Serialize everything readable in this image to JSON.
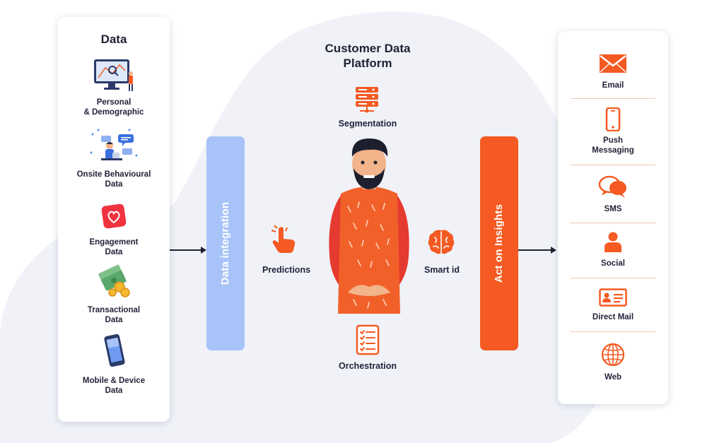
{
  "sources": {
    "title": "Data",
    "items": [
      {
        "label_lines": [
          "Personal",
          "& Demographic"
        ],
        "icon": "monitor-map-icon"
      },
      {
        "label_lines": [
          "Onsite Behavioural",
          "Data"
        ],
        "icon": "person-chat-icon"
      },
      {
        "label_lines": [
          "Engagement",
          "Data"
        ],
        "icon": "heart-icon"
      },
      {
        "label_lines": [
          "Transactional",
          "Data"
        ],
        "icon": "money-coins-icon"
      },
      {
        "label_lines": [
          "Mobile & Device",
          "Data"
        ],
        "icon": "smartphone-icon"
      }
    ]
  },
  "integration_label": "Data integration",
  "platform": {
    "title_lines": [
      "Customer Data",
      "Platform"
    ],
    "segmentation": "Segmentation",
    "predictions": "Predictions",
    "smart_id": "Smart id",
    "orchestration": "Orchestration"
  },
  "act_label": "Act on Insights",
  "channels": [
    {
      "label_lines": [
        "Email"
      ],
      "icon": "envelope-icon"
    },
    {
      "label_lines": [
        "Push",
        "Messaging"
      ],
      "icon": "phone-icon"
    },
    {
      "label_lines": [
        "SMS"
      ],
      "icon": "chat-bubbles-icon"
    },
    {
      "label_lines": [
        "Social"
      ],
      "icon": "user-icon"
    },
    {
      "label_lines": [
        "Direct Mail"
      ],
      "icon": "id-card-icon"
    },
    {
      "label_lines": [
        "Web"
      ],
      "icon": "globe-icon"
    }
  ],
  "colors": {
    "accent": "#f45a22",
    "integration_bar": "#a8c3f8",
    "background_blob": "#f0f2f8",
    "text": "#1f2233"
  }
}
